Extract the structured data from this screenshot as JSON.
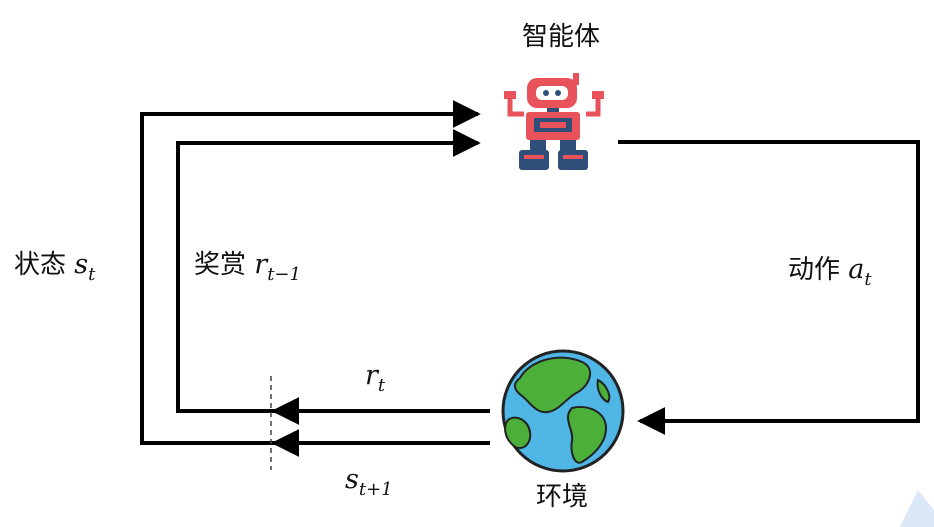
{
  "agent": {
    "label": "智能体",
    "icon": "robot-icon"
  },
  "environment": {
    "label": "环境",
    "icon": "earth-globe-icon"
  },
  "state": {
    "label": "状态",
    "symbol": "s",
    "subscript": "t"
  },
  "reward_prev": {
    "label": "奖赏",
    "symbol": "r",
    "subscript": "t−1"
  },
  "action": {
    "label": "动作",
    "symbol": "a",
    "subscript": "t"
  },
  "reward": {
    "symbol": "r",
    "subscript": "t"
  },
  "next_state": {
    "symbol": "s",
    "subscript": "t+1"
  },
  "colors": {
    "line": "#000000",
    "robot_red": "#e8525a",
    "robot_blue": "#2f4f7a",
    "ocean": "#4fb6e6",
    "land": "#4caf3a"
  }
}
